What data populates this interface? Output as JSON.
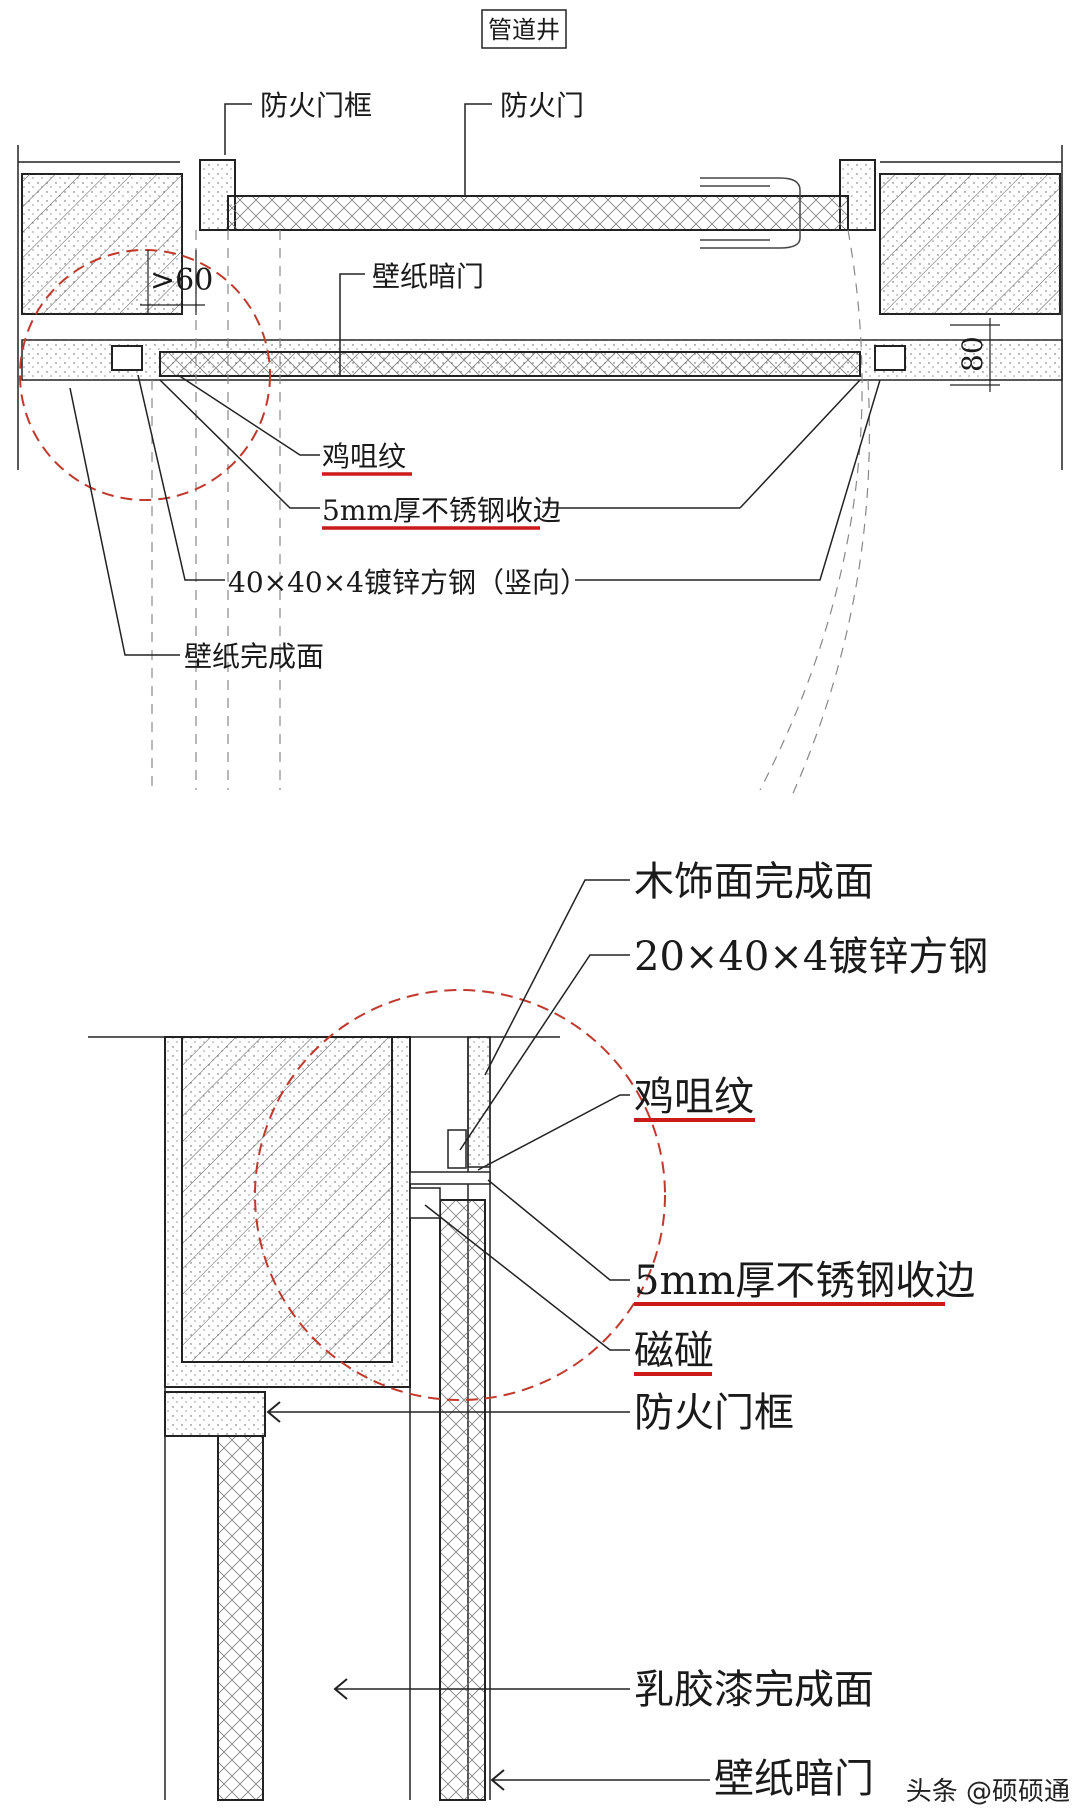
{
  "top_drawing": {
    "title": "管道井",
    "labels": {
      "fire_door_frame": "防火门框",
      "fire_door": "防火门",
      "wallpaper_hidden_door": "壁纸暗门",
      "dim_60": ">60",
      "dim_80": "80",
      "dovetail": "鸡咀纹",
      "steel_edge": "5mm厚不锈钢收边",
      "square_steel": "40×40×4镀锌方钢（竖向）",
      "wallpaper_finish": "壁纸完成面"
    }
  },
  "bottom_drawing": {
    "labels": {
      "wood_finish": "木饰面完成面",
      "square_steel": "20×40×4镀锌方钢",
      "dovetail": "鸡咀纹",
      "steel_edge": "5mm厚不锈钢收边",
      "magnet": "磁碰",
      "fire_door_frame": "防火门框",
      "latex_finish": "乳胶漆完成面",
      "wallpaper_hidden_door": "壁纸暗门"
    }
  },
  "watermark": "头条 @硕硕通",
  "colors": {
    "line": "#1a1a1a",
    "highlight": "#cc1a1a",
    "circle": "#c0392b"
  }
}
